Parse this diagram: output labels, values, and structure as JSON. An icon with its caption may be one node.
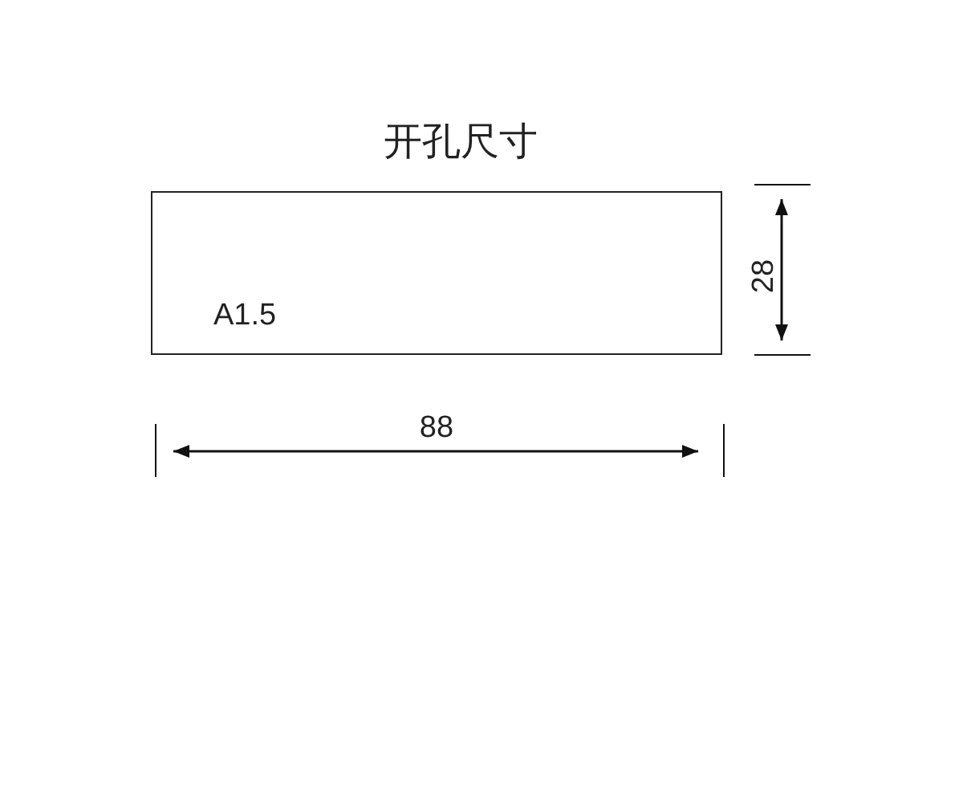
{
  "diagram": {
    "title": "开孔尺寸",
    "nodes": [
      {
        "text": [
          "A1.5"
        ]
      }
    ],
    "labels": [
      "28",
      "88"
    ]
  }
}
